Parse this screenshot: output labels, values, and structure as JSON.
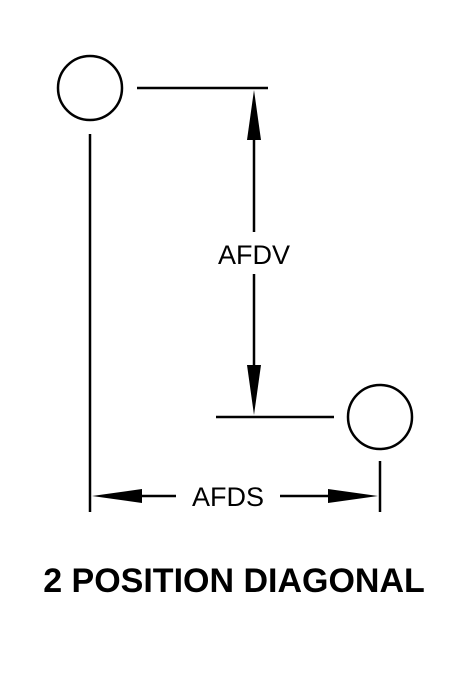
{
  "diagram": {
    "vertical_dimension_label": "AFDV",
    "horizontal_dimension_label": "AFDS",
    "caption": "2 POSITION DIAGONAL"
  }
}
